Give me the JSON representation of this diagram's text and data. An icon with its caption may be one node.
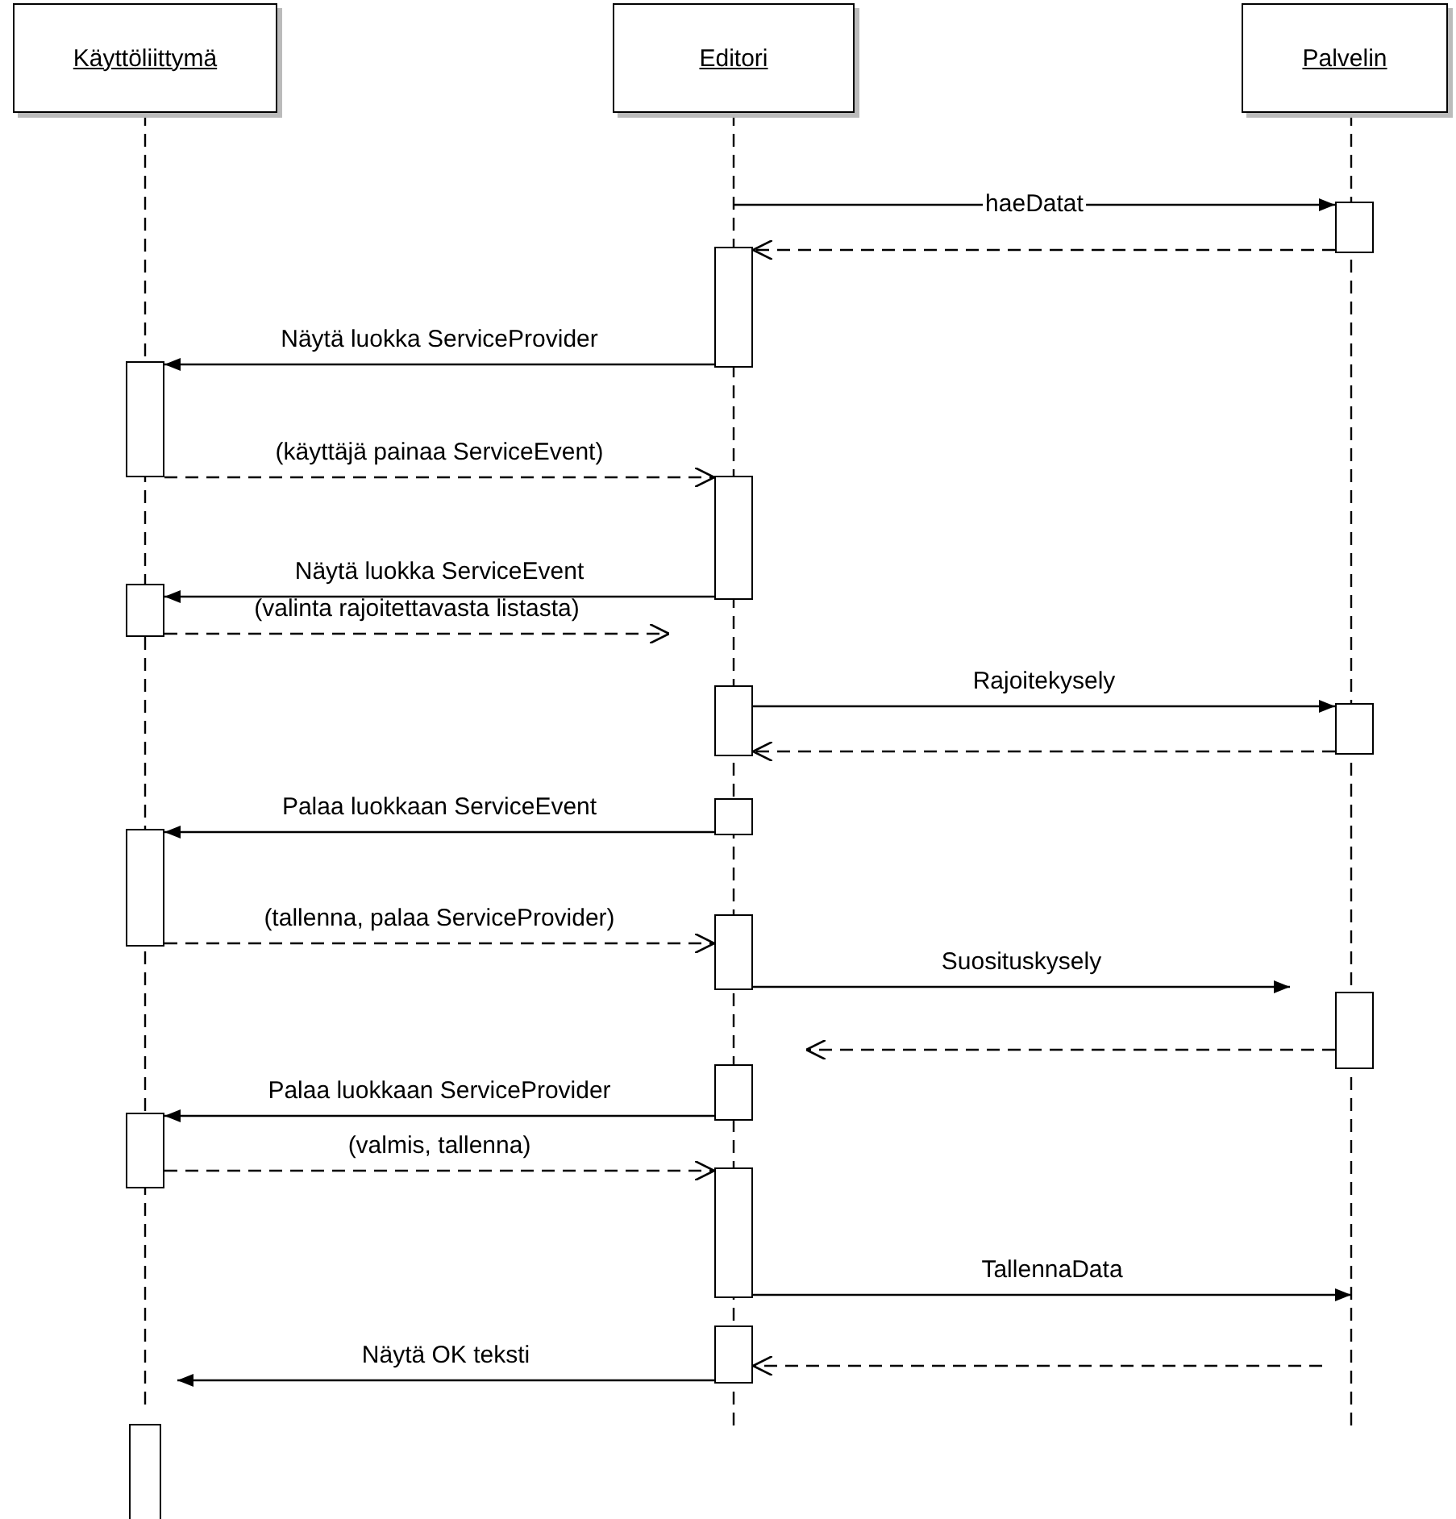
{
  "diagram": {
    "nodes": [
      {
        "text": [
          "Käyttöliittymä"
        ]
      },
      {
        "text": [
          "Editori"
        ]
      },
      {
        "text": [
          "Palvelin"
        ]
      },
      {
        "text": [],
        "shape": "box"
      },
      {
        "text": [],
        "shape": "box"
      },
      {
        "text": [],
        "shape": "box"
      },
      {
        "text": [],
        "shape": "box"
      },
      {
        "text": [],
        "shape": "box"
      },
      {
        "text": [],
        "shape": "box"
      },
      {
        "text": [],
        "shape": "box"
      },
      {
        "text": [],
        "shape": "box"
      },
      {
        "text": [],
        "shape": "box"
      },
      {
        "text": [],
        "shape": "box"
      },
      {
        "text": [],
        "shape": "box"
      },
      {
        "text": [],
        "shape": "box"
      },
      {
        "text": [],
        "shape": "box"
      },
      {
        "text": [],
        "shape": "box"
      },
      {
        "text": [],
        "shape": "box"
      },
      {
        "text": [],
        "shape": "box"
      }
    ],
    "edges": [
      {
        "from": null,
        "to": 3,
        "arrow": "to",
        "label": "haeDatat"
      },
      {
        "from": 3,
        "to": 4,
        "arrow": "to",
        "style": "dashed"
      },
      {
        "from": 4,
        "to": 5,
        "arrow": "to",
        "label": "Näytä luokka ServiceProvider"
      },
      {
        "from": 5,
        "to": 6,
        "arrow": "to",
        "style": "dashed",
        "label": "(käyttäjä painaa ServiceEvent)"
      },
      {
        "from": 6,
        "to": 7,
        "arrow": "to",
        "label": "Näytä luokka ServiceEvent"
      },
      {
        "from": 7,
        "to": null,
        "arrow": "to",
        "style": "dashed",
        "label": "(valinta rajoitettavasta listasta)"
      },
      {
        "from": 8,
        "to": 9,
        "arrow": "to",
        "label": "Rajoitekysely"
      },
      {
        "from": 9,
        "to": 8,
        "arrow": "to",
        "style": "dashed"
      },
      {
        "from": 10,
        "to": 11,
        "arrow": "to",
        "label": "Palaa luokkaan ServiceEvent"
      },
      {
        "from": 11,
        "to": 12,
        "arrow": "to",
        "style": "dashed",
        "label": "(tallenna, palaa ServiceProvider)"
      },
      {
        "from": 12,
        "to": null,
        "arrow": "to",
        "label": "Suosituskysely"
      },
      {
        "from": 13,
        "to": null,
        "arrow": "to",
        "style": "dashed"
      },
      {
        "from": 14,
        "to": 15,
        "arrow": "to",
        "label": "Palaa luokkaan ServiceProvider"
      },
      {
        "from": 15,
        "to": 16,
        "arrow": "to",
        "style": "dashed",
        "label": "(valmis, tallenna)"
      },
      {
        "from": 16,
        "to": null,
        "arrow": "to",
        "label": "TallennaData"
      },
      {
        "from": null,
        "to": 17,
        "arrow": "to",
        "style": "dashed"
      },
      {
        "from": 17,
        "to": null,
        "arrow": "to",
        "label": "Näytä OK teksti"
      }
    ]
  }
}
